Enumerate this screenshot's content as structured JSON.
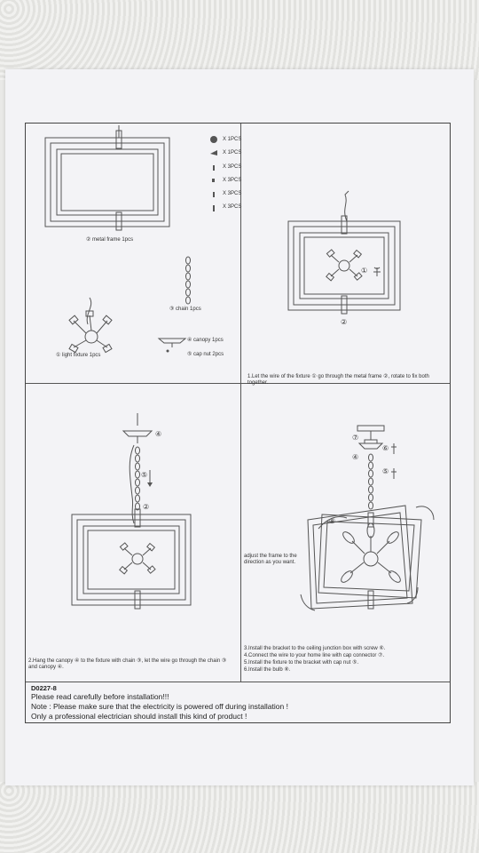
{
  "parts": {
    "list": [
      {
        "qty": "X 1PCS"
      },
      {
        "qty": "X 1PCS"
      },
      {
        "qty": "X 3PCS"
      },
      {
        "qty": "X 3PCS"
      },
      {
        "qty": "X 3PCS"
      },
      {
        "qty": "X 3PCS"
      }
    ],
    "metal_frame": "② metal frame 1pcs",
    "chain": "③ chain 1pcs",
    "light_fixture": "① light fixture 1pcs",
    "canopy": "④ canopy 1pcs",
    "cap_nut": "⑤ cap nut 2pcs"
  },
  "steps": {
    "step1": "1.Let the wire of the fixture ① go through the metal frame ②, rotate to fix both together.",
    "step2": "2.Hang the canopy ④ to the fixture with chain ③, let the wire go through the chain ③ and canopy ④.",
    "adjust_note": "adjust the frame to the direction as you want.",
    "step3": "3.Install the bracket to the ceiling junction box with screw ⑥.",
    "step4": "4.Connect the wire to your home line with cap connector ⑦.",
    "step5": "5.Install the fixture to the bracket with cap nut ⑤.",
    "step6": "6.Install the bulb ⑧."
  },
  "callouts": {
    "c1": "①",
    "c2": "②",
    "c3": "③",
    "c4": "④",
    "c5": "⑤",
    "c6": "⑥",
    "c7": "⑦",
    "c8": "⑧"
  },
  "footer": {
    "code": "D0227-8",
    "line1": "Please read carefully before installation!!!",
    "line2": "Note : Please make sure that the electricity is powered off during installation !",
    "line3": "Only a professional electrician should install this kind of product !"
  }
}
